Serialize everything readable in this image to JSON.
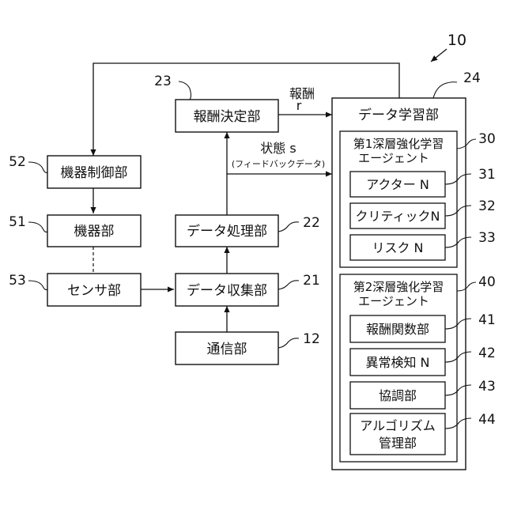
{
  "figure_ref": "10",
  "blocks": {
    "reward_decision": {
      "label": "報酬決定部",
      "ref": "23"
    },
    "device_control": {
      "label": "機器制御部",
      "ref": "52"
    },
    "device": {
      "label": "機器部",
      "ref": "51"
    },
    "sensor": {
      "label": "センサ部",
      "ref": "53"
    },
    "data_processing": {
      "label": "データ処理部",
      "ref": "22"
    },
    "data_collection": {
      "label": "データ収集部",
      "ref": "21"
    },
    "communication": {
      "label": "通信部",
      "ref": "12"
    },
    "data_learning": {
      "label": "データ学習部",
      "ref": "24"
    },
    "agent1": {
      "title_line1": "第1深層強化学習",
      "title_line2": "エージェント",
      "ref": "30"
    },
    "actor": {
      "label": "アクター N",
      "ref": "31"
    },
    "critic": {
      "label": "クリティックN",
      "ref": "32"
    },
    "risk": {
      "label": "リスク N",
      "ref": "33"
    },
    "agent2": {
      "title_line1": "第2深層強化学習",
      "title_line2": "エージェント",
      "ref": "40"
    },
    "reward_function": {
      "label": "報酬関数部",
      "ref": "41"
    },
    "anomaly": {
      "label": "異常検知 N",
      "ref": "42"
    },
    "cooperation": {
      "label": "協調部",
      "ref": "43"
    },
    "algorithm_mgmt": {
      "label_line1": "アルゴリズム",
      "label_line2": "管理部",
      "ref": "44"
    }
  },
  "signals": {
    "reward_line1": "報酬",
    "reward_line2": "r",
    "state_line1": "状態 s",
    "state_line2": "(フィードバックデータ)"
  },
  "colors": {
    "stroke": "#111111",
    "background": "#ffffff"
  }
}
